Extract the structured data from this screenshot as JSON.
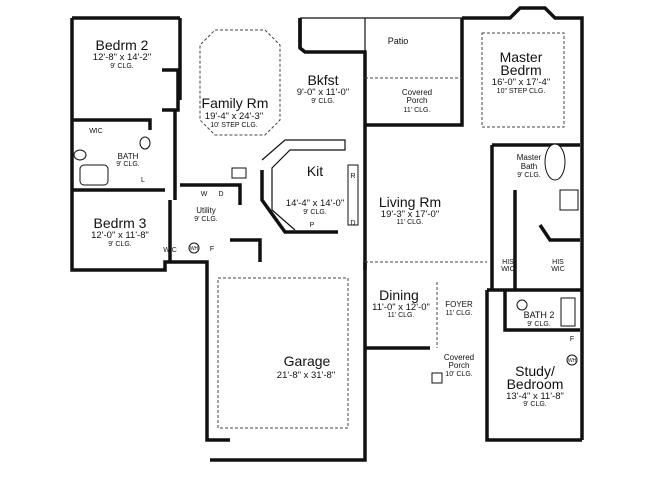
{
  "rooms": {
    "bedrm2": {
      "name": "Bedrm 2",
      "dim": "12'-8\" x 14'-2\"",
      "clg": "9' CLG."
    },
    "family": {
      "name": "Family Rm",
      "dim": "19'-4\" x 24'-3\"",
      "clg": "10' STEP CLG."
    },
    "bkfst": {
      "name": "Bkfst",
      "dim": "9'-0\" x 11'-0\"",
      "clg": "9' CLG."
    },
    "patio": {
      "name": "Patio"
    },
    "covered_porch_rear": {
      "name1": "Covered",
      "name2": "Porch",
      "clg": "11' CLG."
    },
    "master_bedrm": {
      "name1": "Master",
      "name2": "Bedrm",
      "dim": "16'-0\" x 17'-4\"",
      "clg": "10\" STEP CLG."
    },
    "master_bath": {
      "name1": "Master",
      "name2": "Bath",
      "clg": "9' CLG."
    },
    "bath": {
      "name": "BATH",
      "clg": "9' CLG."
    },
    "kit": {
      "name": "Kit",
      "dim": "14'-4\" x 14'-0\"",
      "clg": "9' CLG."
    },
    "utility": {
      "name": "Utility",
      "clg": "9' CLG."
    },
    "bedrm3": {
      "name": "Bedrm 3",
      "dim": "12'-0\" x 11'-8\"",
      "clg": "9' CLG."
    },
    "living": {
      "name": "Living Rm",
      "dim": "19'-3\" x 17'-0\"",
      "clg": "11' CLG."
    },
    "dining": {
      "name": "Dining",
      "dim": "11'-0\" x 12'-0\"",
      "clg": "11' CLG."
    },
    "foyer": {
      "name": "FOYER",
      "clg": "11' CLG."
    },
    "bath2": {
      "name": "BATH 2",
      "clg": "9' CLG."
    },
    "covered_porch_front": {
      "name1": "Covered",
      "name2": "Porch",
      "clg": "10' CLG."
    },
    "study": {
      "name1": "Study/",
      "name2": "Bedroom",
      "dim": "13'-4\" x 11'-8\"",
      "clg": "9' CLG."
    },
    "garage": {
      "name": "Garage",
      "dim": "21'-8\" x 31'-8\""
    }
  },
  "labels": {
    "wic": "WIC",
    "his": "HIS",
    "washer": "W",
    "dryer": "D",
    "furnace": "F",
    "water_heater": "WH",
    "refrigerator": "R",
    "pantry": "P",
    "dishwasher": "D",
    "linen": "L"
  }
}
